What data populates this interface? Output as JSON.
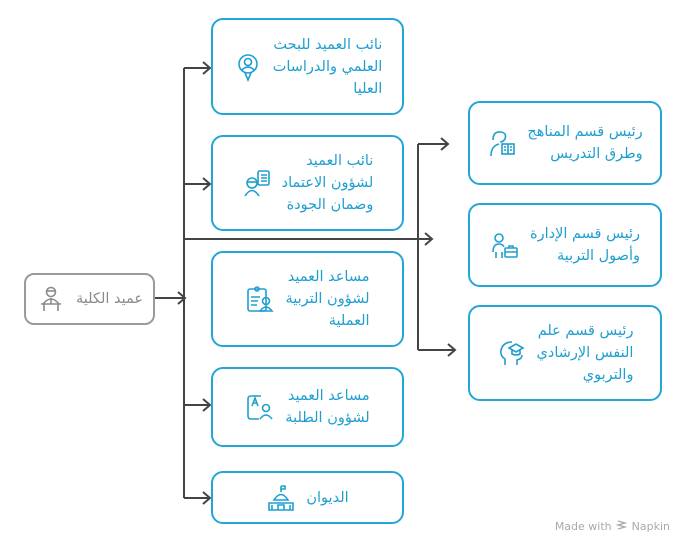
{
  "root": {
    "label": "عميد الكلية",
    "icon": "speaker-at-podium-icon"
  },
  "deputies": [
    {
      "label": "نائب العميد للبحث\nالعلمي والدراسات\nالعليا",
      "icon": "researcher-search-icon"
    },
    {
      "label": "نائب العميد\nلشؤون الاعتماد\nوضمان الجودة",
      "icon": "engineer-checklist-icon"
    },
    {
      "label": "مساعد العميد\nلشؤون التربية\nالعملية",
      "icon": "clipboard-person-icon"
    },
    {
      "label": "مساعد العميد\nلشؤون الطلبة",
      "icon": "student-grade-icon"
    },
    {
      "label": "الديوان",
      "icon": "building-dome-icon"
    }
  ],
  "departments": [
    {
      "label": "رئيس قسم المناهج\nوطرق التدريس",
      "icon": "reader-book-icon"
    },
    {
      "label": "رئيس قسم الإدارة\nوأصول التربية",
      "icon": "person-briefcase-icon"
    },
    {
      "label": "رئيس قسم علم\nالنفس الإرشادي\nوالتربوي",
      "icon": "head-graduation-cap-icon"
    }
  ],
  "footer": {
    "prefix": "Made with",
    "brand": "Napkin",
    "icon": "napkin-logo-icon"
  },
  "colors": {
    "accent": "#22a6d6",
    "root": "#9a9a9a",
    "connector": "#444444"
  }
}
